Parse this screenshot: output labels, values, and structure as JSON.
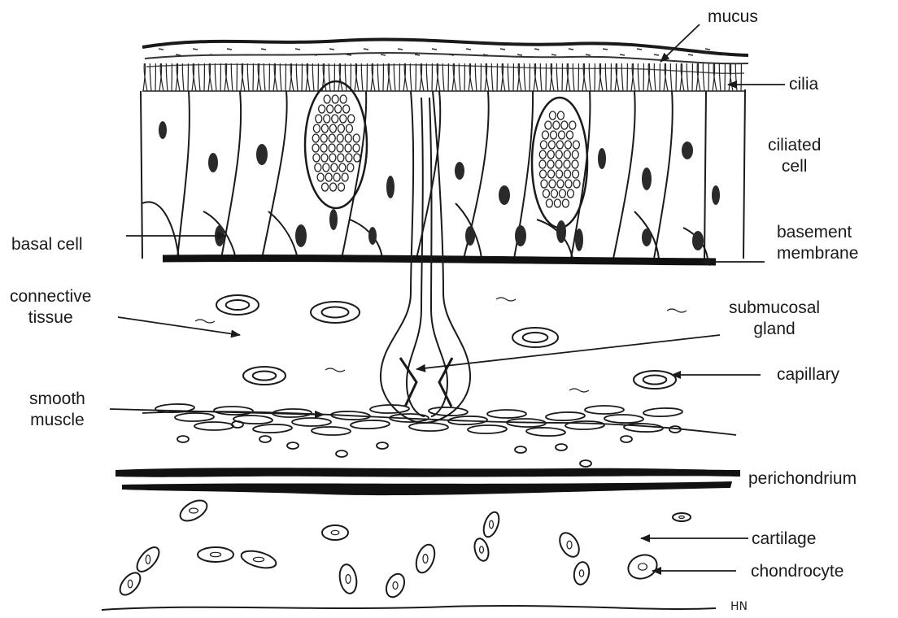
{
  "labels": {
    "mucus": "mucus",
    "cilia": "cilia",
    "ciliated_cell": [
      "ciliated",
      "cell"
    ],
    "basal_cell": "basal cell",
    "basement_membrane": [
      "basement",
      "membrane"
    ],
    "connective_tissue": [
      "connective",
      "tissue"
    ],
    "submucosal_gland": [
      "submucosal",
      "gland"
    ],
    "capillary": "capillary",
    "smooth_muscle": [
      "smooth",
      "muscle"
    ],
    "perichondrium": "perichondrium",
    "cartilage": "cartilage",
    "chondrocyte": "chondrocyte"
  },
  "signature": "HN",
  "colors": {
    "ink": "#1a1a1a",
    "background": "#ffffff"
  }
}
